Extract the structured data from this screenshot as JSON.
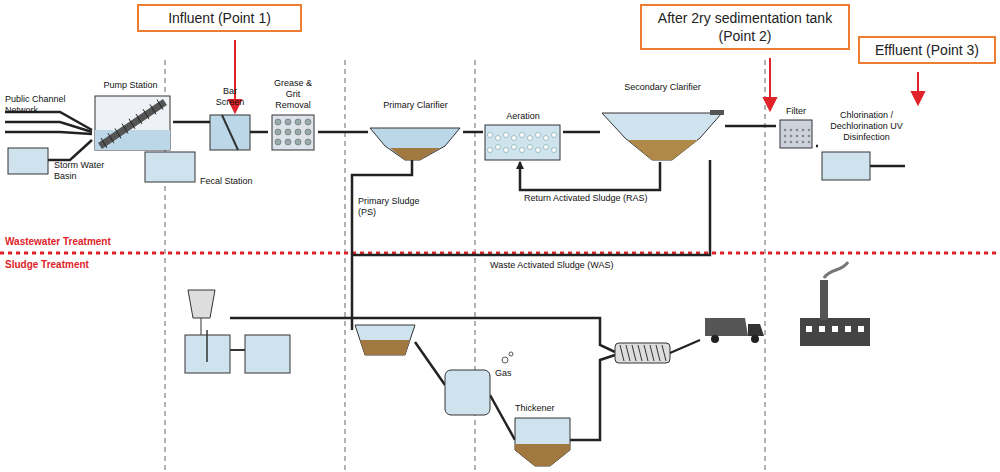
{
  "diagram": {
    "nodes": [
      {
        "text": [
          "Influent (Point 1)"
        ]
      },
      {
        "text": [
          "After 2ry sedimentation tank (Point 2)"
        ]
      },
      {
        "text": [
          "Effluent (Point 3)"
        ]
      },
      {
        "text": [
          "Pump Station"
        ]
      },
      {
        "text": [
          "Bar Screen"
        ]
      },
      {
        "text": [
          "Grease & Grit Removal"
        ]
      },
      {
        "text": [
          "Primary Clarifier"
        ]
      },
      {
        "text": [
          "Aeration"
        ]
      },
      {
        "text": [
          "Secondary Clarifier"
        ]
      },
      {
        "text": [
          "Filter"
        ]
      },
      {
        "text": [
          "Chlorination / Dechlorination UV Disinfection"
        ]
      }
    ],
    "edges": [
      {
        "from": 3,
        "to": 4,
        "arrow": "none"
      },
      {
        "from": 4,
        "to": 5,
        "arrow": "none"
      },
      {
        "from": 5,
        "to": 6,
        "arrow": "none"
      },
      {
        "from": 6,
        "to": 7,
        "arrow": "none"
      },
      {
        "from": 7,
        "to": 8,
        "arrow": "none"
      },
      {
        "from": 8,
        "to": 9,
        "arrow": "none"
      },
      {
        "from": 9,
        "to": 10,
        "arrow": "none"
      },
      {
        "from": 8,
        "to": 7,
        "label": "Return Activated Sludge (RAS)",
        "arrow": "to"
      }
    ],
    "labels": [
      "Public Channel Network",
      "Storm Water Basin",
      "Fecal Station",
      "Primary Sludge (PS)",
      "Waste Activated Sludge (WAS)",
      "Wastewater Treatment",
      "Sludge Treatment",
      "Gas",
      "Thickener"
    ]
  }
}
